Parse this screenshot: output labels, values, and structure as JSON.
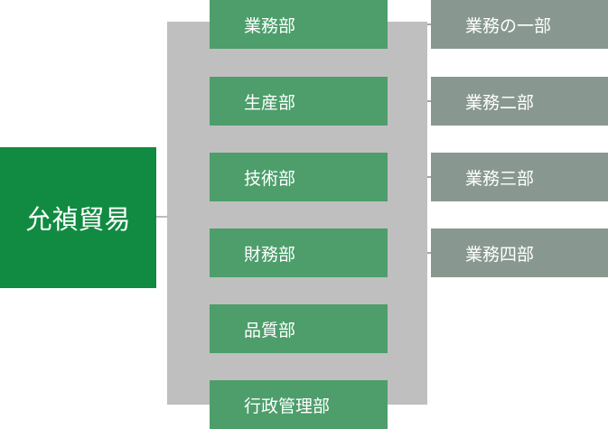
{
  "root": {
    "label": "允禎貿易"
  },
  "departments": [
    {
      "label": "業務部"
    },
    {
      "label": "生産部"
    },
    {
      "label": "技術部"
    },
    {
      "label": "財務部"
    },
    {
      "label": "品質部"
    },
    {
      "label": "行政管理部"
    }
  ],
  "sub_departments": [
    {
      "label": "業務の一部"
    },
    {
      "label": "業務二部"
    },
    {
      "label": "業務三部"
    },
    {
      "label": "業務四部"
    }
  ],
  "colors": {
    "root_green": "#118B41",
    "dept_green": "#4D9E6B",
    "sub_gray_green": "#889890",
    "band_gray": "#BFBFBF",
    "root_connector_gray": "#BDBDBD",
    "tick_gray": "#A6A6A6",
    "text_white": "#FFFFFF"
  }
}
